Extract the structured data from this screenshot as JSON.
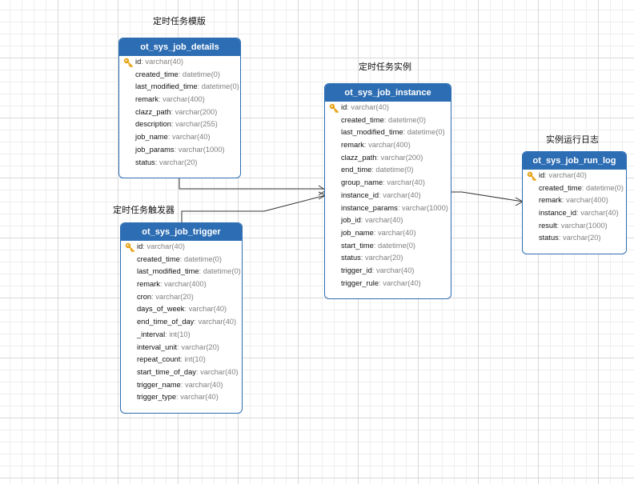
{
  "captions": {
    "job_details": "定时任务模版",
    "job_instance": "定时任务实例",
    "job_run_log": "实例运行日志",
    "job_trigger": "定时任务触发器"
  },
  "tables": [
    {
      "id": "details",
      "name": "ot_sys_job_details",
      "fields": [
        {
          "name": "id",
          "type": "varchar(40)",
          "pk": true
        },
        {
          "name": "created_time",
          "type": "datetime(0)"
        },
        {
          "name": "last_modified_time",
          "type": "datetime(0)"
        },
        {
          "name": "remark",
          "type": "varchar(400)"
        },
        {
          "name": "clazz_path",
          "type": "varchar(200)"
        },
        {
          "name": "description",
          "type": "varchar(255)"
        },
        {
          "name": "job_name",
          "type": "varchar(40)"
        },
        {
          "name": "job_params",
          "type": "varchar(1000)"
        },
        {
          "name": "status",
          "type": "varchar(20)"
        }
      ]
    },
    {
      "id": "instance",
      "name": "ot_sys_job_instance",
      "fields": [
        {
          "name": "id",
          "type": "varchar(40)",
          "pk": true
        },
        {
          "name": "created_time",
          "type": "datetime(0)"
        },
        {
          "name": "last_modified_time",
          "type": "datetime(0)"
        },
        {
          "name": "remark",
          "type": "varchar(400)"
        },
        {
          "name": "clazz_path",
          "type": "varchar(200)"
        },
        {
          "name": "end_time",
          "type": "datetime(0)"
        },
        {
          "name": "group_name",
          "type": "varchar(40)"
        },
        {
          "name": "instance_id",
          "type": "varchar(40)"
        },
        {
          "name": "instance_params",
          "type": "varchar(1000)"
        },
        {
          "name": "job_id",
          "type": "varchar(40)"
        },
        {
          "name": "job_name",
          "type": "varchar(40)"
        },
        {
          "name": "start_time",
          "type": "datetime(0)"
        },
        {
          "name": "status",
          "type": "varchar(20)"
        },
        {
          "name": "trigger_id",
          "type": "varchar(40)"
        },
        {
          "name": "trigger_rule",
          "type": "varchar(40)"
        }
      ]
    },
    {
      "id": "runlog",
      "name": "ot_sys_job_run_log",
      "fields": [
        {
          "name": "id",
          "type": "varchar(40)",
          "pk": true
        },
        {
          "name": "created_time",
          "type": "datetime(0)"
        },
        {
          "name": "remark",
          "type": "varchar(400)"
        },
        {
          "name": "instance_id",
          "type": "varchar(40)"
        },
        {
          "name": "result",
          "type": "varchar(1000)"
        },
        {
          "name": "status",
          "type": "varchar(20)"
        }
      ]
    },
    {
      "id": "trigger",
      "name": "ot_sys_job_trigger",
      "fields": [
        {
          "name": "id",
          "type": "varchar(40)",
          "pk": true
        },
        {
          "name": "created_time",
          "type": "datetime(0)"
        },
        {
          "name": "last_modified_time",
          "type": "datetime(0)"
        },
        {
          "name": "remark",
          "type": "varchar(400)"
        },
        {
          "name": "cron",
          "type": "varchar(20)"
        },
        {
          "name": "days_of_week",
          "type": "varchar(40)"
        },
        {
          "name": "end_time_of_day",
          "type": "varchar(40)"
        },
        {
          "name": "_interval",
          "type": "int(10)"
        },
        {
          "name": "interval_unit",
          "type": "varchar(20)"
        },
        {
          "name": "repeat_count",
          "type": "int(10)"
        },
        {
          "name": "start_time_of_day",
          "type": "varchar(40)"
        },
        {
          "name": "trigger_name",
          "type": "varchar(40)"
        },
        {
          "name": "trigger_type",
          "type": "varchar(40)"
        }
      ]
    }
  ],
  "relations": [
    {
      "from": "ot_sys_job_details",
      "to": "ot_sys_job_instance",
      "cardinality": "one-to-many"
    },
    {
      "from": "ot_sys_job_trigger",
      "to": "ot_sys_job_instance",
      "cardinality": "one-to-many"
    },
    {
      "from": "ot_sys_job_instance",
      "to": "ot_sys_job_run_log",
      "cardinality": "one-to-many"
    }
  ],
  "colors": {
    "header": "#2d6db3",
    "border": "#2d6db3",
    "type_text": "#808080",
    "key_icon": "#e8a317",
    "connector": "#333333"
  },
  "icons": {
    "primary_key": "key-icon"
  }
}
